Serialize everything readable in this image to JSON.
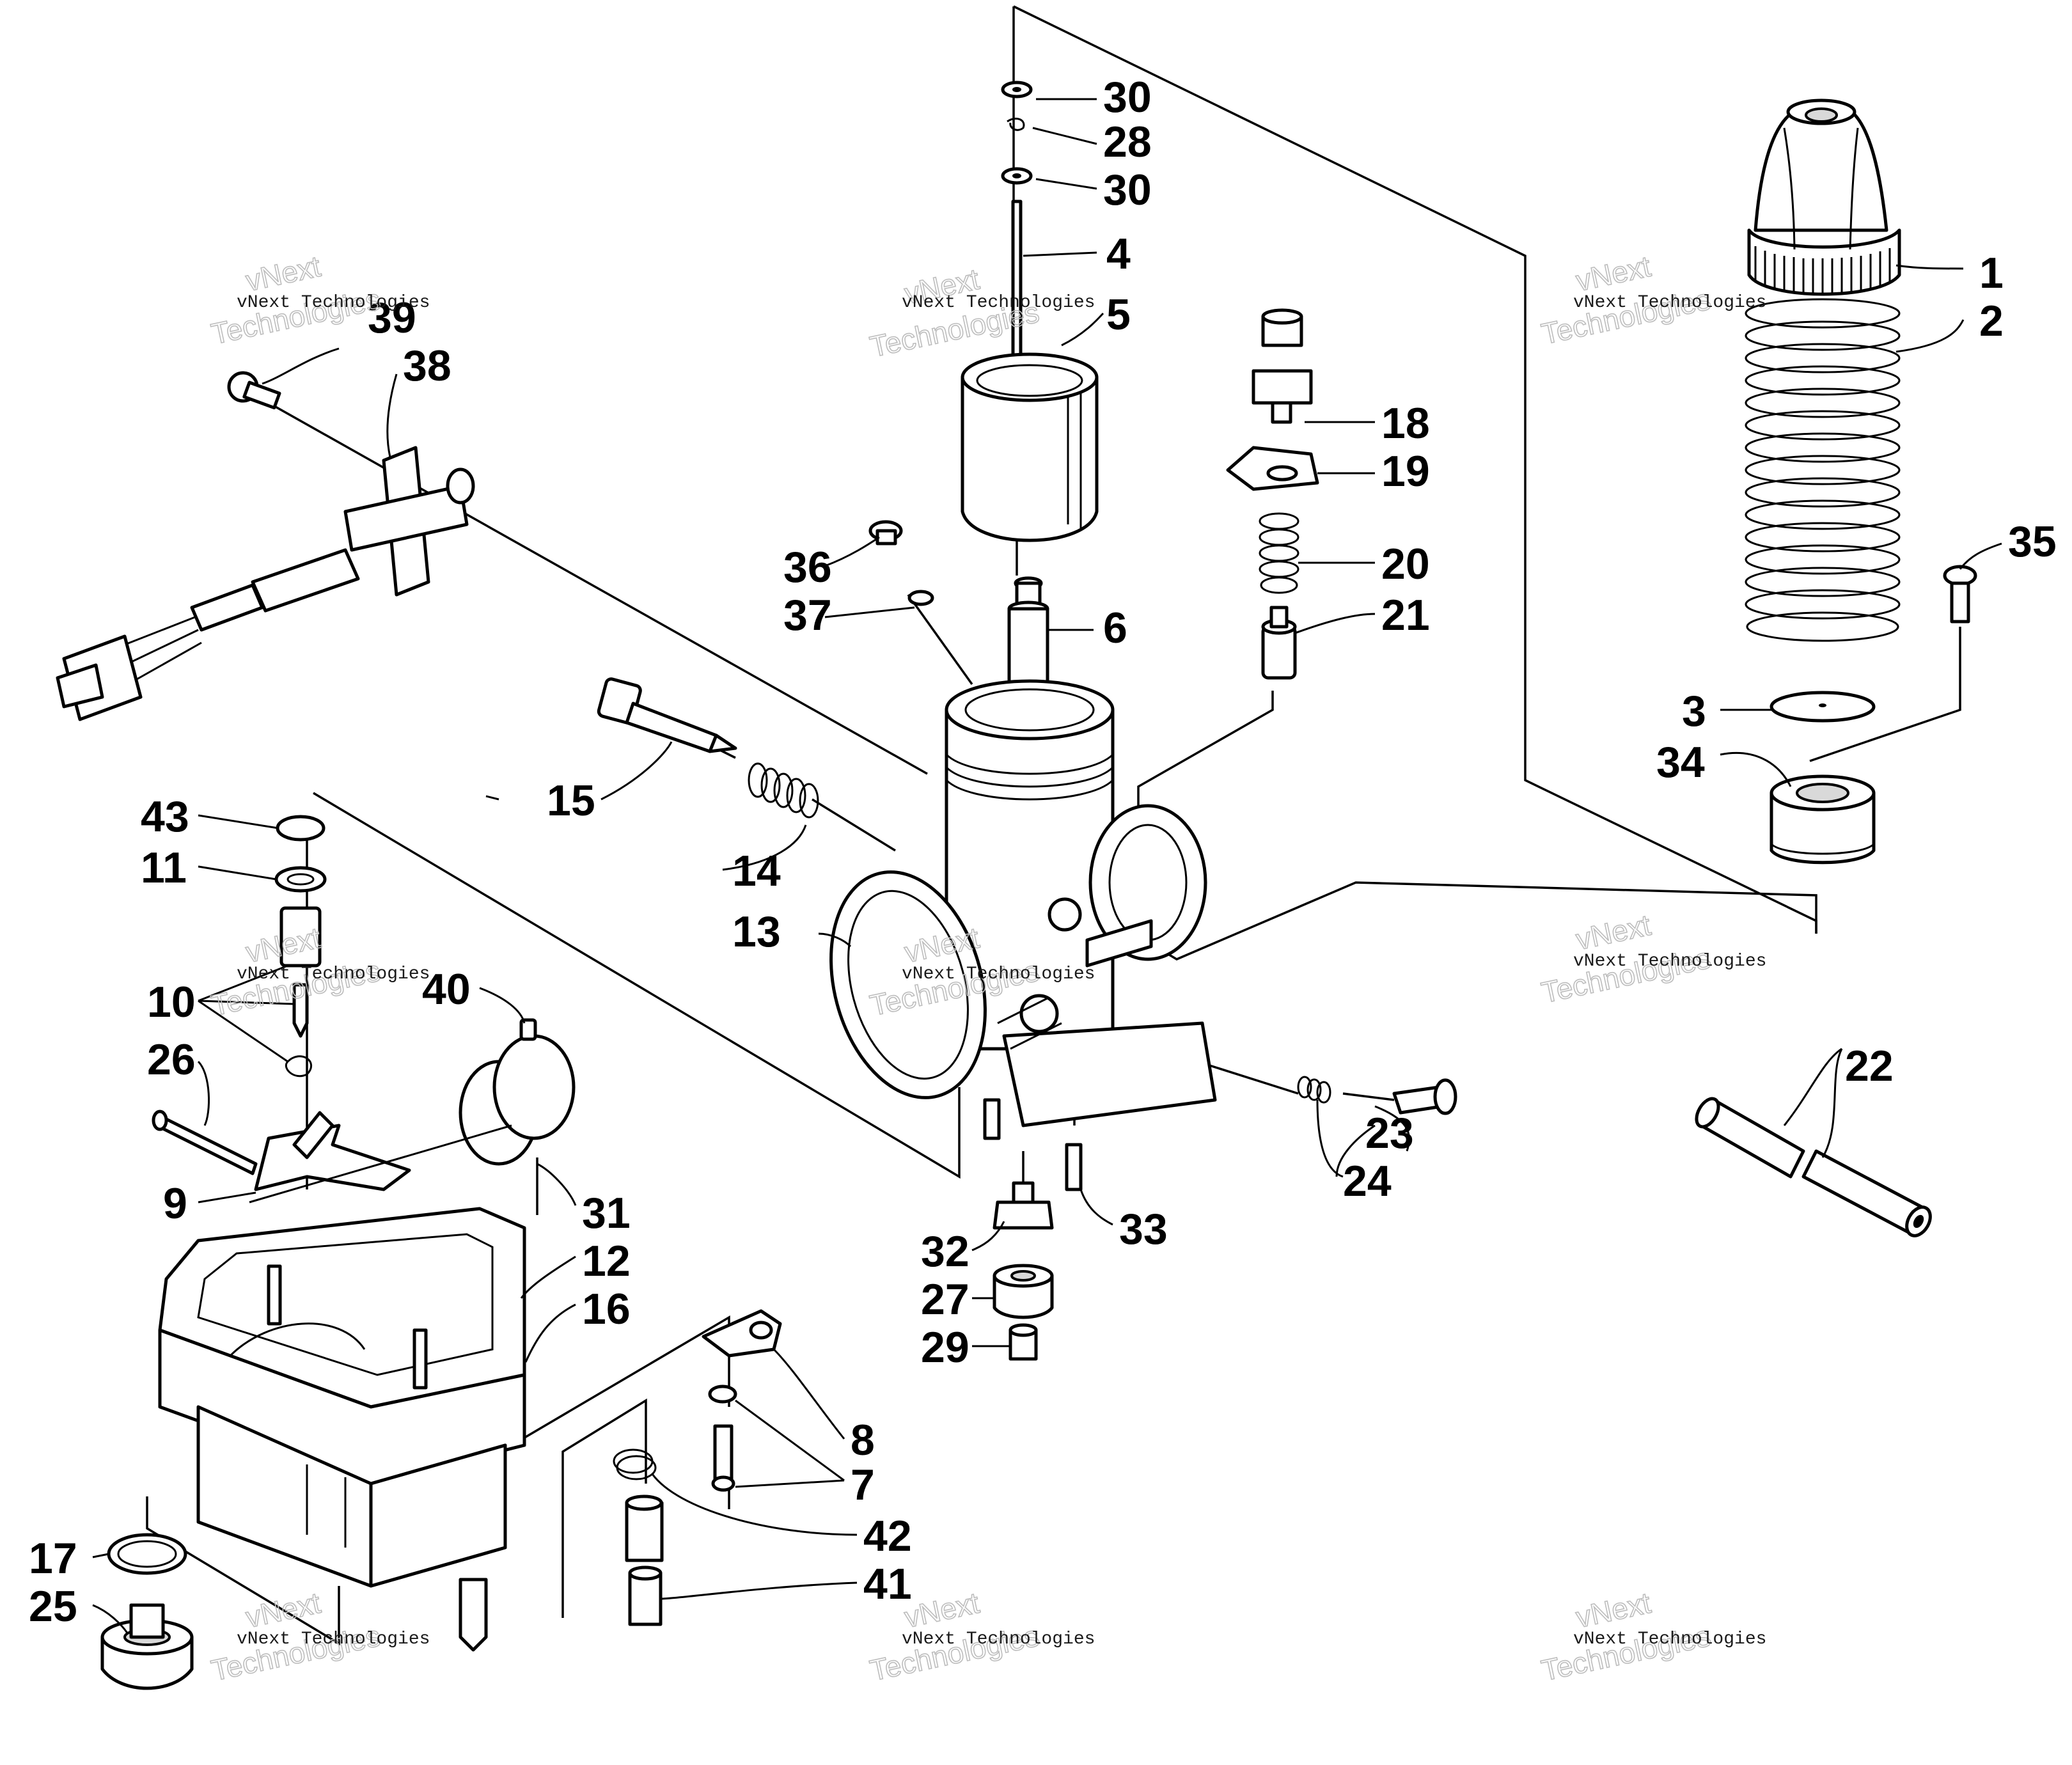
{
  "watermark": {
    "line1": "vNext",
    "line2": "vNext Technologies",
    "line3": "Technologies"
  },
  "callouts": {
    "c1": "1",
    "c2": "2",
    "c3": "3",
    "c4": "4",
    "c5": "5",
    "c6": "6",
    "c7": "7",
    "c8": "8",
    "c9": "9",
    "c10": "10",
    "c11": "11",
    "c12": "12",
    "c13": "13",
    "c14": "14",
    "c15": "15",
    "c16": "16",
    "c17": "17",
    "c18": "18",
    "c19": "19",
    "c20": "20",
    "c21": "21",
    "c22": "22",
    "c23": "23",
    "c24": "24",
    "c25": "25",
    "c26": "26",
    "c27": "27",
    "c28": "28",
    "c29": "29",
    "c30a": "30",
    "c30b": "30",
    "c31": "31",
    "c32": "32",
    "c33": "33",
    "c34": "34",
    "c35": "35",
    "c36": "36",
    "c37": "37",
    "c38": "38",
    "c39": "39",
    "c40": "40",
    "c41": "41",
    "c42": "42",
    "c43": "43"
  }
}
